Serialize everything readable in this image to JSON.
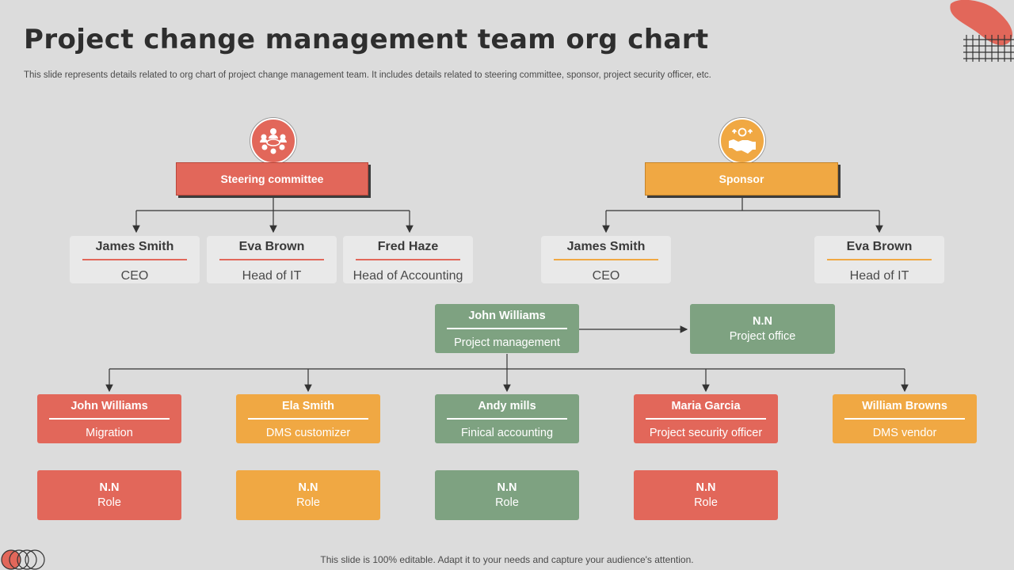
{
  "header": {
    "title": "Project change management team org chart",
    "subtitle": "This slide represents details related to org chart of project change management team. It includes details related to steering committee, sponsor, project security officer, etc."
  },
  "colors": {
    "red": "#e2675a",
    "orange": "#f0a843",
    "green": "#7ea281",
    "background": "#dcdcdc"
  },
  "steering": {
    "icon": "meeting-group-icon",
    "label": "Steering committee",
    "members": [
      {
        "name": "James Smith",
        "role": "CEO"
      },
      {
        "name": "Eva Brown",
        "role": "Head of IT"
      },
      {
        "name": "Fred Haze",
        "role": "Head of Accounting"
      }
    ]
  },
  "sponsor": {
    "icon": "handshake-icon",
    "label": "Sponsor",
    "members": [
      {
        "name": "James Smith",
        "role": "CEO"
      },
      {
        "name": "Eva Brown",
        "role": "Head of IT"
      }
    ]
  },
  "project_manager": {
    "name": "John Williams",
    "role": "Project management"
  },
  "project_office": {
    "name": "N.N",
    "role": "Project office"
  },
  "teams": [
    {
      "name": "John Williams",
      "role": "Migration",
      "color": "red"
    },
    {
      "name": "Ela Smith",
      "role": "DMS customizer",
      "color": "orange"
    },
    {
      "name": "Andy mills",
      "role": "Finical accounting",
      "color": "green"
    },
    {
      "name": "Maria Garcia",
      "role": "Project security officer",
      "color": "red"
    },
    {
      "name": "William Browns",
      "role": "DMS vendor",
      "color": "orange"
    }
  ],
  "sub_roles": [
    {
      "name": "N.N",
      "role": "Role",
      "color": "red"
    },
    {
      "name": "N.N",
      "role": "Role",
      "color": "orange"
    },
    {
      "name": "N.N",
      "role": "Role",
      "color": "green"
    },
    {
      "name": "N.N",
      "role": "Role",
      "color": "red"
    }
  ],
  "footer": {
    "text": "This slide is 100% editable. Adapt it to your needs and capture your audience's attention."
  }
}
